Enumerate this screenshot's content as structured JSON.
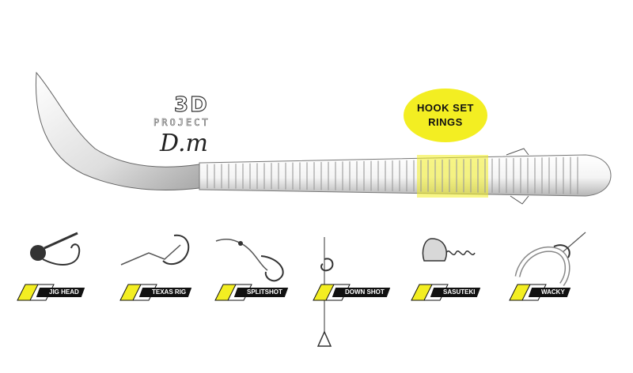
{
  "logo": {
    "big": "3D",
    "project": "PROJECT",
    "signature": "D.m"
  },
  "badge": {
    "line1": "HOOK SET",
    "line2": "RINGS"
  },
  "rigs": [
    {
      "label": "JIG HEAD",
      "icon": "jig-head-icon"
    },
    {
      "label": "TEXAS RIG",
      "icon": "texas-rig-icon"
    },
    {
      "label": "SPLITSHOT",
      "icon": "splitshot-icon"
    },
    {
      "label": "DOWN SHOT",
      "icon": "down-shot-icon"
    },
    {
      "label": "SASUTEKI",
      "icon": "sasuteki-icon"
    },
    {
      "label": "WACKY",
      "icon": "wacky-icon"
    }
  ],
  "colors": {
    "accent": "#f3ee22",
    "body": "#ffffff",
    "outline": "#333333"
  }
}
